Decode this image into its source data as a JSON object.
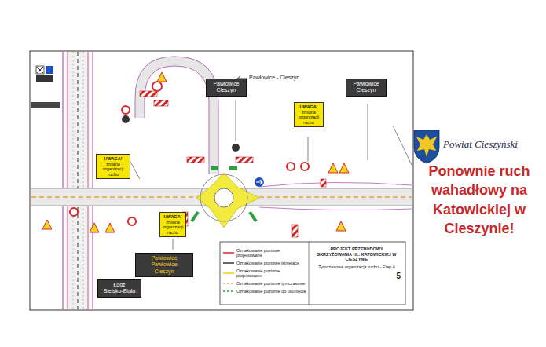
{
  "diagram": {
    "title": "Ponownie ruch wahadłowy na Katowickiej w Cieszynie!",
    "nodes": [
      {
        "text": [
          "UWAGA!",
          "zmiana organizacji ruchu"
        ]
      },
      {
        "text": [
          "Pawłowice",
          "Cieszyn"
        ]
      },
      {
        "text": [
          "UWAGA!",
          "zmiana organizacji ruchu"
        ]
      },
      {
        "text": [
          "Pawłowice",
          "Cieszyn"
        ]
      },
      {
        "text": [
          "UWAGA!",
          "zmiana organizacji ruchu"
        ]
      },
      {
        "text": [
          "Pawłowice",
          "Pawłowice",
          "Cieszyn"
        ]
      },
      {
        "text": [
          "Łódź",
          "Bielsko-Biała"
        ]
      },
      {
        "text": [
          "PROJEKT PRZEBUDOWY SKRZYŻOWANIA UL. KATOWICKIEJ W CIESZYNIE",
          "Tymczasowa organizacja ruchu - Etap 4",
          "5"
        ]
      }
    ],
    "labels": [
      "Pawłowice - Cieszyn",
      "Powiat Cieszyński"
    ],
    "legend": [
      {
        "text": "Oznakowanie pionowe projektowane"
      },
      {
        "text": "Oznakowanie pionowe istniejące"
      },
      {
        "text": "Oznakowanie poziome projektowane"
      },
      {
        "text": "Oznakowanie poziome tymczasowe"
      },
      {
        "text": "Oznakowanie poziome do usunięcia"
      }
    ]
  }
}
